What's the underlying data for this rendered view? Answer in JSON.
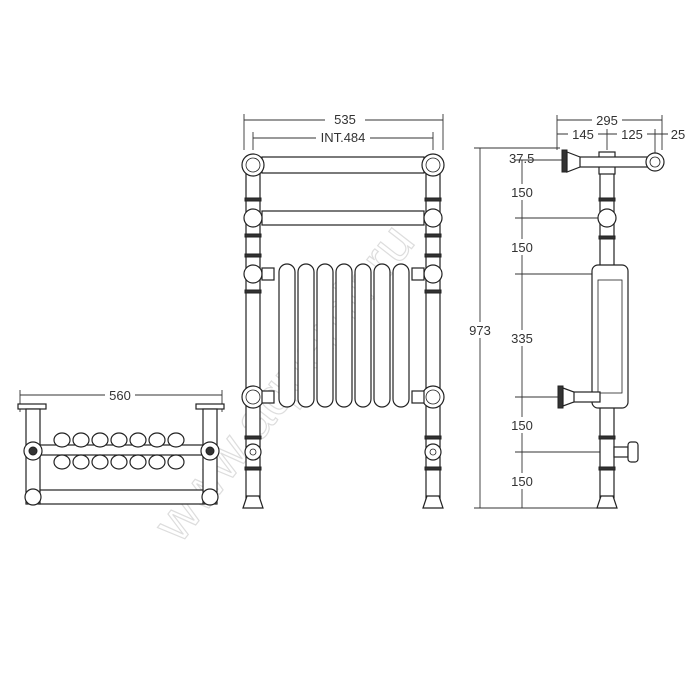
{
  "title": "Heated towel rail dimension drawing",
  "watermark": "www.aquamir.ru",
  "front_view": {
    "overall_width": "535",
    "internal_width": "INT.484"
  },
  "plan_view": {
    "depth": "560"
  },
  "side_view": {
    "overall_depth": "295",
    "depth_parts": [
      "145",
      "125",
      "25"
    ],
    "overall_height": "973",
    "heights": [
      "37.5",
      "150",
      "150",
      "335",
      "150",
      "150"
    ]
  }
}
